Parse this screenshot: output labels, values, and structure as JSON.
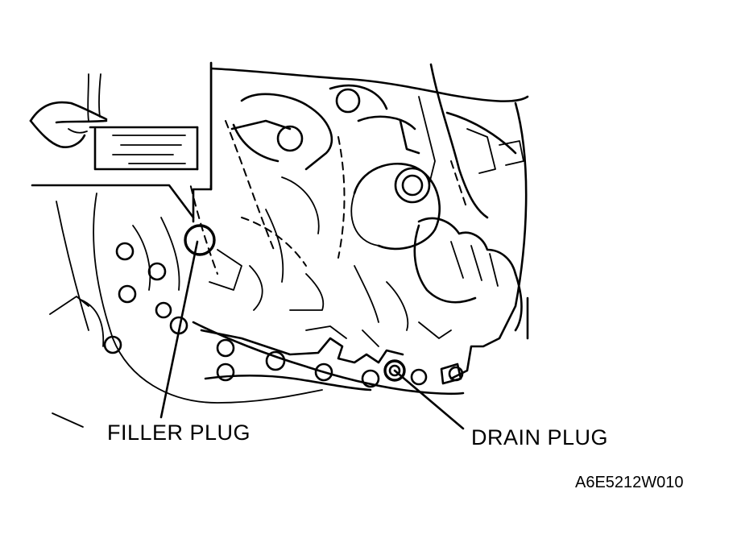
{
  "labels": {
    "filler_plug": "FILLER PLUG",
    "drain_plug": "DRAIN PLUG",
    "figure_code": "A6E5212W010"
  },
  "colors": {
    "ink": "#000000",
    "background": "#ffffff"
  }
}
